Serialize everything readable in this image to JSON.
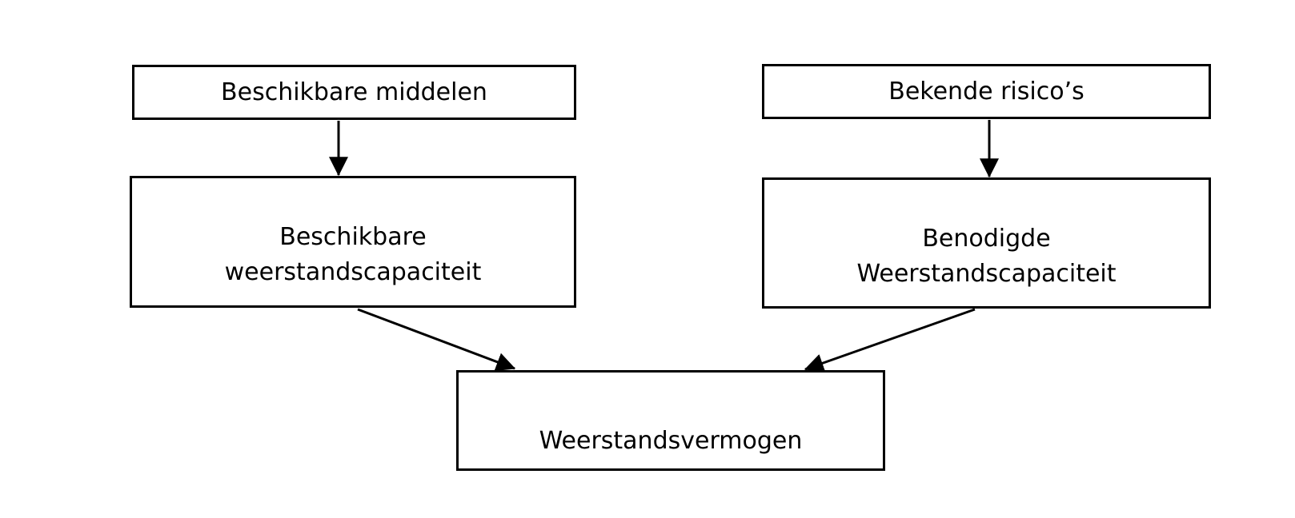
{
  "diagram": {
    "background_color": "#ffffff",
    "line_color": "#000000",
    "nodes": {
      "top_left": {
        "label": "Beschikbare middelen"
      },
      "top_right": {
        "label": "Bekende risico’s"
      },
      "mid_left": {
        "label": "Beschikbare\nweerstandscapaciteit"
      },
      "mid_right": {
        "label": "Benodigde\nWeerstandscapaciteit"
      },
      "bottom": {
        "label": "Weerstandsvermogen"
      }
    },
    "edges": [
      {
        "from": "Beschikbare middelen",
        "to": "Beschikbare weerstandscapaciteit"
      },
      {
        "from": "Bekende risico’s",
        "to": "Benodigde Weerstandscapaciteit"
      },
      {
        "from": "Beschikbare weerstandscapaciteit",
        "to": "Weerstandsvermogen"
      },
      {
        "from": "Benodigde Weerstandscapaciteit",
        "to": "Weerstandsvermogen"
      }
    ]
  }
}
